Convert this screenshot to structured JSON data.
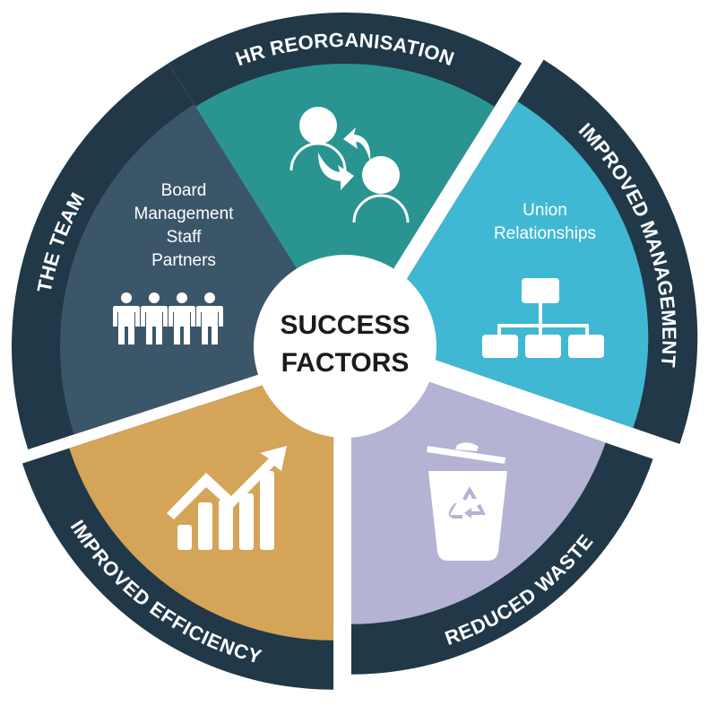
{
  "title": "Success Factors",
  "center": {
    "line1": "SUCCESS",
    "line2": "FACTORS"
  },
  "colors": {
    "ring": "#203847",
    "center_fill": "#ffffff",
    "center_text": "#1b1b1b",
    "icon": "#ffffff"
  },
  "segments": [
    {
      "id": "hr-reorganisation",
      "ring_label": "HR REORGANISATION",
      "fill": "#2a9590",
      "icon": "people-swap-icon",
      "lines": []
    },
    {
      "id": "improved-management",
      "ring_label": "IMPROVED MANAGEMENT",
      "fill": "#40b8d3",
      "icon": "org-chart-icon",
      "lines": [
        "Union",
        "Relationships"
      ]
    },
    {
      "id": "reduced-waste",
      "ring_label": "REDUCED WASTE",
      "fill": "#b4b3d4",
      "icon": "recycle-bin-icon",
      "lines": []
    },
    {
      "id": "improved-efficiency",
      "ring_label": "IMPROVED EFFICIENCY",
      "fill": "#d4a458",
      "icon": "growth-chart-icon",
      "lines": []
    },
    {
      "id": "the-team",
      "ring_label": "THE TEAM",
      "fill": "#3b5669",
      "icon": "team-people-icon",
      "lines": [
        "Board",
        "Management",
        "Staff",
        "Partners"
      ]
    }
  ]
}
